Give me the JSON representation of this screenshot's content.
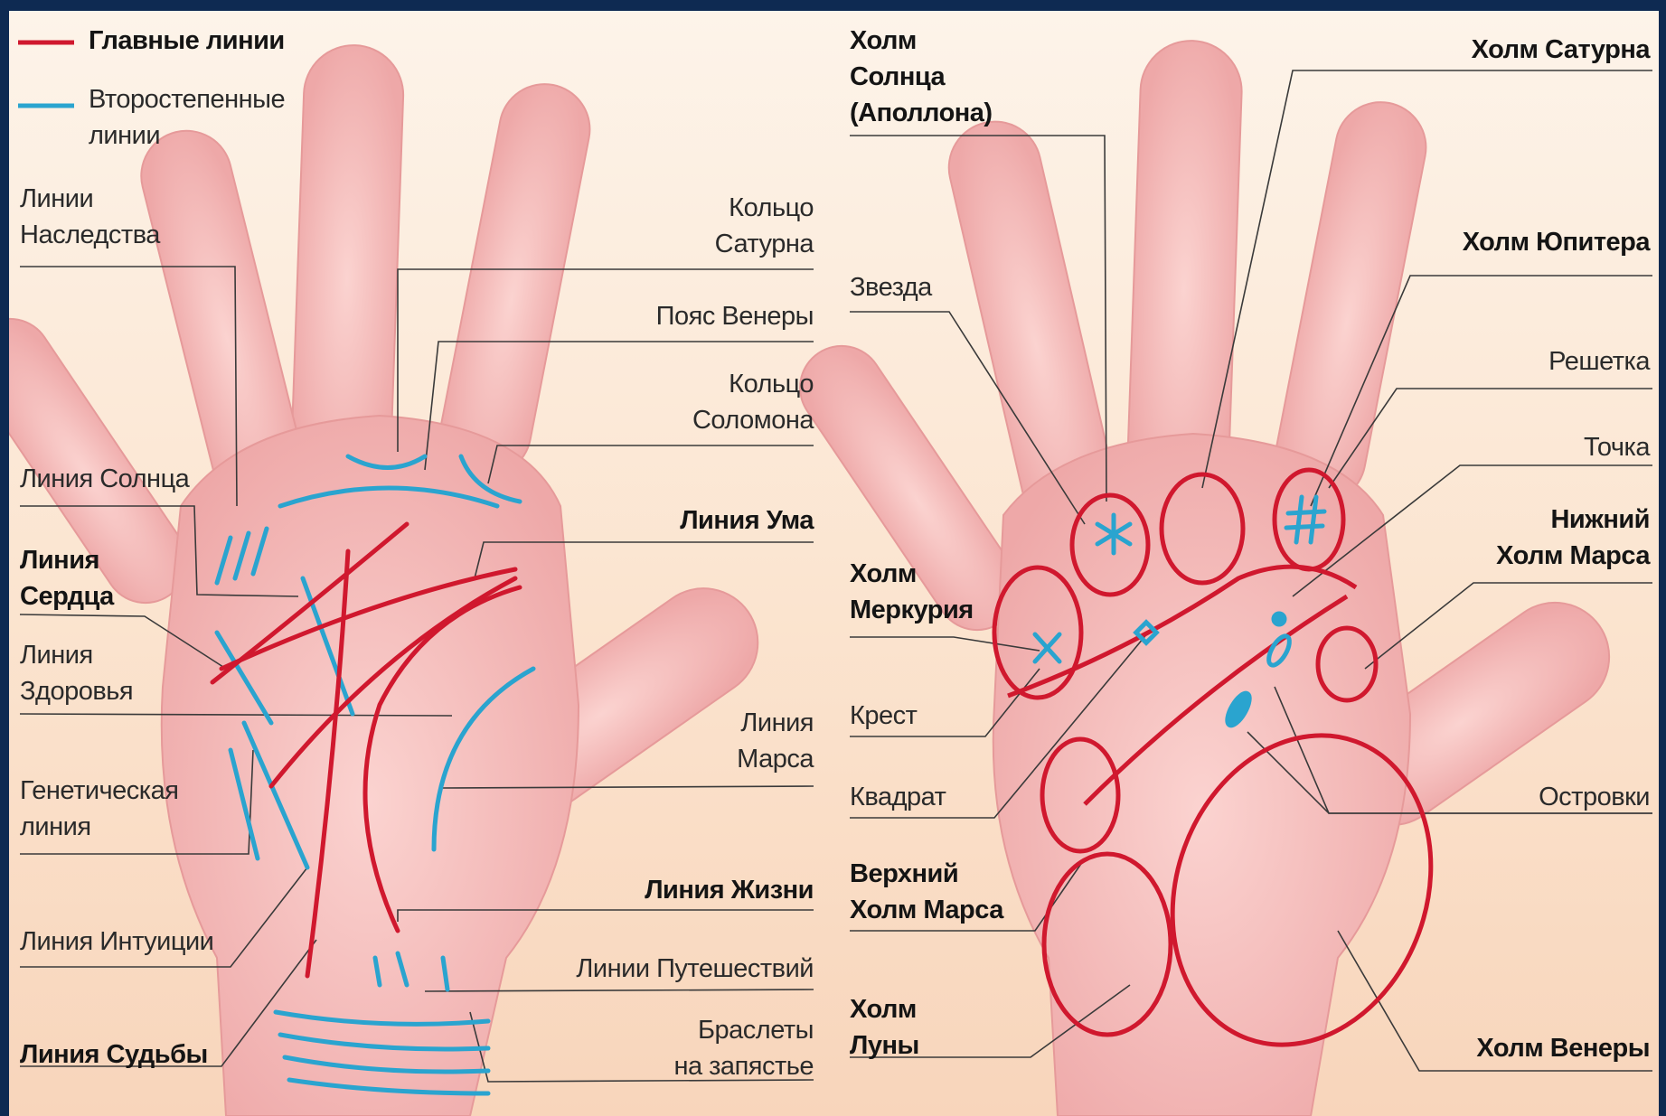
{
  "colors": {
    "main_line": "#d0182e",
    "secondary_line": "#2aa4cf",
    "skin": "#f4b9b9",
    "frame": "#0e2a52"
  },
  "legend": {
    "main": "Главные линии",
    "secondary": [
      "Второстепенные",
      "линии"
    ]
  },
  "left_labels": {
    "heredity": [
      "Линии",
      "Наследства"
    ],
    "sun_line": "Линия Солнца",
    "heart": [
      "Линия",
      "Сердца"
    ],
    "health": [
      "Линия",
      "Здоровья"
    ],
    "genetic": [
      "Генетическая",
      "линия"
    ],
    "intuition": "Линия Интуиции",
    "fate": "Линия Судьбы",
    "saturn_ring": [
      "Кольцо",
      "Сатурна"
    ],
    "venus_belt": "Пояс Венеры",
    "solomon_ring": [
      "Кольцо",
      "Соломона"
    ],
    "mind": "Линия Ума",
    "mars_line": [
      "Линия",
      "Марса"
    ],
    "life": "Линия Жизни",
    "travel": "Линии Путешествий",
    "bracelets": [
      "Браслеты",
      "на запястье"
    ]
  },
  "right_labels": {
    "sun_mount": [
      "Холм",
      "Солнца",
      "(Аполлона)"
    ],
    "star": "Звезда",
    "mercury_mount": [
      "Холм",
      "Меркурия"
    ],
    "cross": "Крест",
    "square": "Квадрат",
    "upper_mars": [
      "Верхний",
      "Холм Марса"
    ],
    "moon_mount": [
      "Холм",
      "Луны"
    ],
    "saturn_mount": "Холм Сатурна",
    "jupiter_mount": "Холм Юпитера",
    "grid": "Решетка",
    "dot": "Точка",
    "lower_mars": [
      "Нижний",
      "Холм Марса"
    ],
    "islands": "Островки",
    "venus_mount": "Холм Венеры"
  }
}
